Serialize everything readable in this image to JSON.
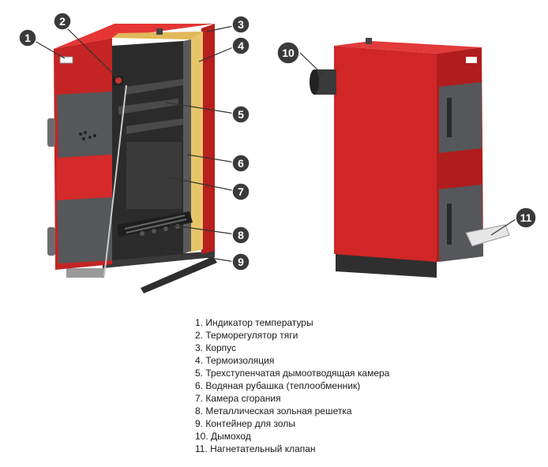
{
  "callouts": [
    "1",
    "2",
    "3",
    "4",
    "5",
    "6",
    "7",
    "8",
    "9",
    "10",
    "11"
  ],
  "legend": [
    "1. Индикатор температуры",
    "2. Терморегулятор тяги",
    "3. Корпус",
    "4. Термоизоляция",
    "5. Трехступенчатая дымоотводящая камера",
    "6. Водяная рубашка (теплообменник)",
    "7. Камера сгорания",
    "8. Металлическая зольная решетка",
    "9. Контейнер для золы",
    "10. Дымоход",
    "11. Нагнетательный клапан"
  ],
  "colors": {
    "casing_red": "#d42a2a",
    "casing_red_dark": "#a11a1a",
    "insulation": "#e8c56a",
    "steel_door": "#55575a",
    "interior_dark": "#2b2b2b",
    "callout_badge": "#3a3a3a",
    "leader_line": "#333333"
  }
}
